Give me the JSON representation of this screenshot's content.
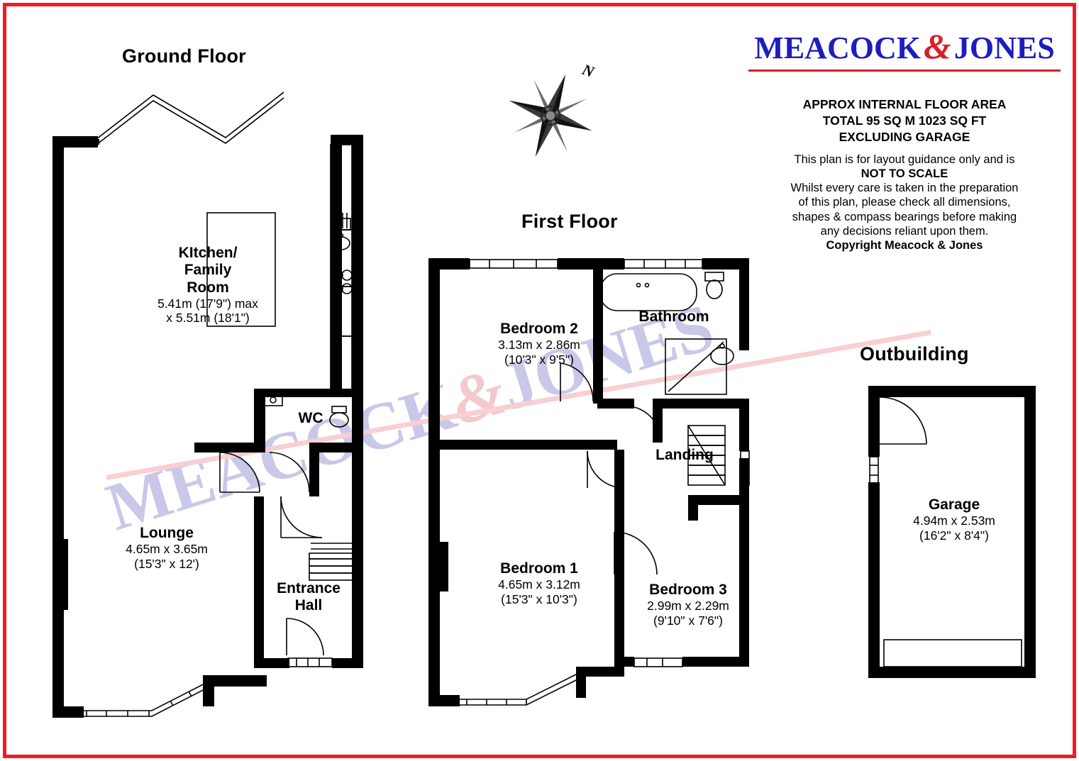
{
  "brand": {
    "name_part1": "MEACOCK",
    "ampersand": "&",
    "name_part2": "JONES",
    "watermark_part1": "MEACOCK",
    "watermark_amp": "&",
    "watermark_part2": "JONES"
  },
  "area_info": {
    "line1": "APPROX INTERNAL FLOOR AREA",
    "line2": "TOTAL 95 SQ M 1023 SQ FT",
    "line3": "EXCLUDING GARAGE"
  },
  "disclaimer": {
    "line1": "This plan is for layout guidance only and is",
    "line2": "NOT TO SCALE",
    "line3": "Whilst every care is taken in the preparation",
    "line4": "of this plan, please check all dimensions,",
    "line5": "shapes & compass bearings before making",
    "line6": "any decisions reliant upon them.",
    "line7": "Copyright Meacock & Jones"
  },
  "compass": {
    "north_letter": "N"
  },
  "floors": {
    "ground": {
      "title": "Ground Floor"
    },
    "first": {
      "title": "First Floor"
    },
    "outbuilding": {
      "title": "Outbuilding"
    }
  },
  "rooms": {
    "kitchen": {
      "name_line1": "KItchen/",
      "name_line2": "Family",
      "name_line3": "Room",
      "dim_line1": "5.41m (17'9\") max",
      "dim_line2": "x 5.51m (18'1\")"
    },
    "lounge": {
      "name": "Lounge",
      "dim_line1": "4.65m x 3.65m",
      "dim_line2": "(15'3\" x 12')"
    },
    "wc": {
      "name": "WC"
    },
    "entrance_hall": {
      "name_line1": "Entrance",
      "name_line2": "Hall"
    },
    "bedroom2": {
      "name": "Bedroom 2",
      "dim_line1": "3.13m x 2.86m",
      "dim_line2": "(10'3\" x 9'5\")"
    },
    "bathroom": {
      "name": "Bathroom"
    },
    "landing": {
      "name": "Landing"
    },
    "bedroom1": {
      "name": "Bedroom 1",
      "dim_line1": "4.65m x 3.12m",
      "dim_line2": "(15'3\" x 10'3\")"
    },
    "bedroom3": {
      "name": "Bedroom 3",
      "dim_line1": "2.99m x 2.29m",
      "dim_line2": "(9'10\" x 7'6\")"
    },
    "garage": {
      "name": "Garage",
      "dim_line1": "4.94m x 2.53m",
      "dim_line2": "(16'2\" x 8'4\")"
    }
  },
  "colors": {
    "border": "#ee1c25",
    "logo_blue": "#1d1dbf",
    "logo_red": "#d81f26",
    "wall": "#000000",
    "watermark_blue": "#c9c8e8",
    "watermark_pink": "#f8cfd2"
  }
}
